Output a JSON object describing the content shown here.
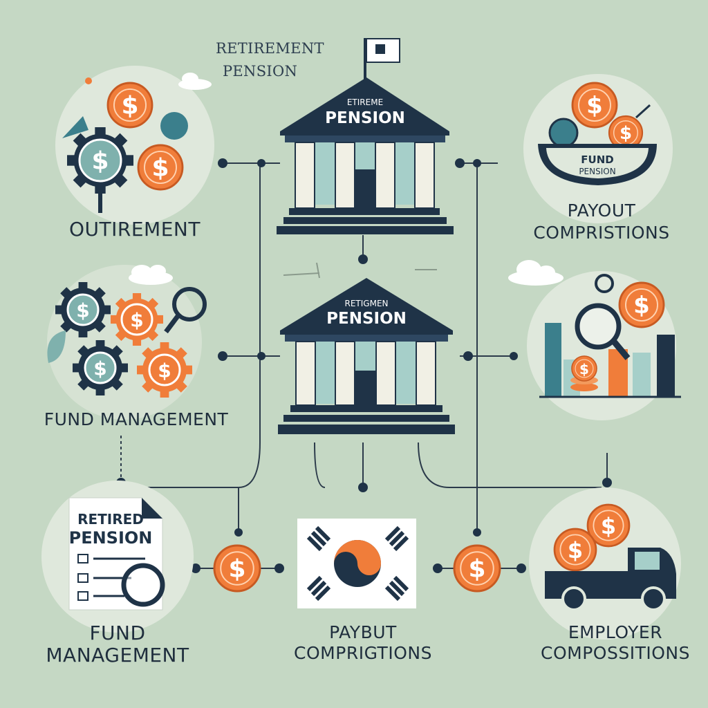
{
  "header": {
    "title_line1": "RETIREMENT",
    "title_line2": "PENSION"
  },
  "buildings": {
    "top": {
      "small_text": "ETIREME",
      "big_text": "PENSION"
    },
    "middle": {
      "small_text": "RETIGMEN",
      "big_text": "PENSION"
    }
  },
  "icons": {
    "bowl_line1": "FUND",
    "bowl_line2": "PENSION",
    "document_line1": "RETIRED",
    "document_line2": "PENSION",
    "coin_symbol": "$"
  },
  "labels": {
    "top_left": "OUTIREMENT",
    "top_right_line1": "PAYOUT",
    "top_right_line2": "COMPRISTIONS",
    "mid_left": "FUND MANAGEMENT",
    "bottom_left_line1": "FUND",
    "bottom_left_line2": "MANAGEMENT",
    "bottom_center_line1": "PAYBUT",
    "bottom_center_line2": "COMPRIGTIONS",
    "bottom_right_line1": "EMPLOYER",
    "bottom_right_line2": "COMPOSSITIONS"
  },
  "colors": {
    "background": "#c5d8c4",
    "navy": "#1f3347",
    "orange": "#f07d3a",
    "teal": "#3b7f8c",
    "light_circle": "#dfe8dc"
  }
}
